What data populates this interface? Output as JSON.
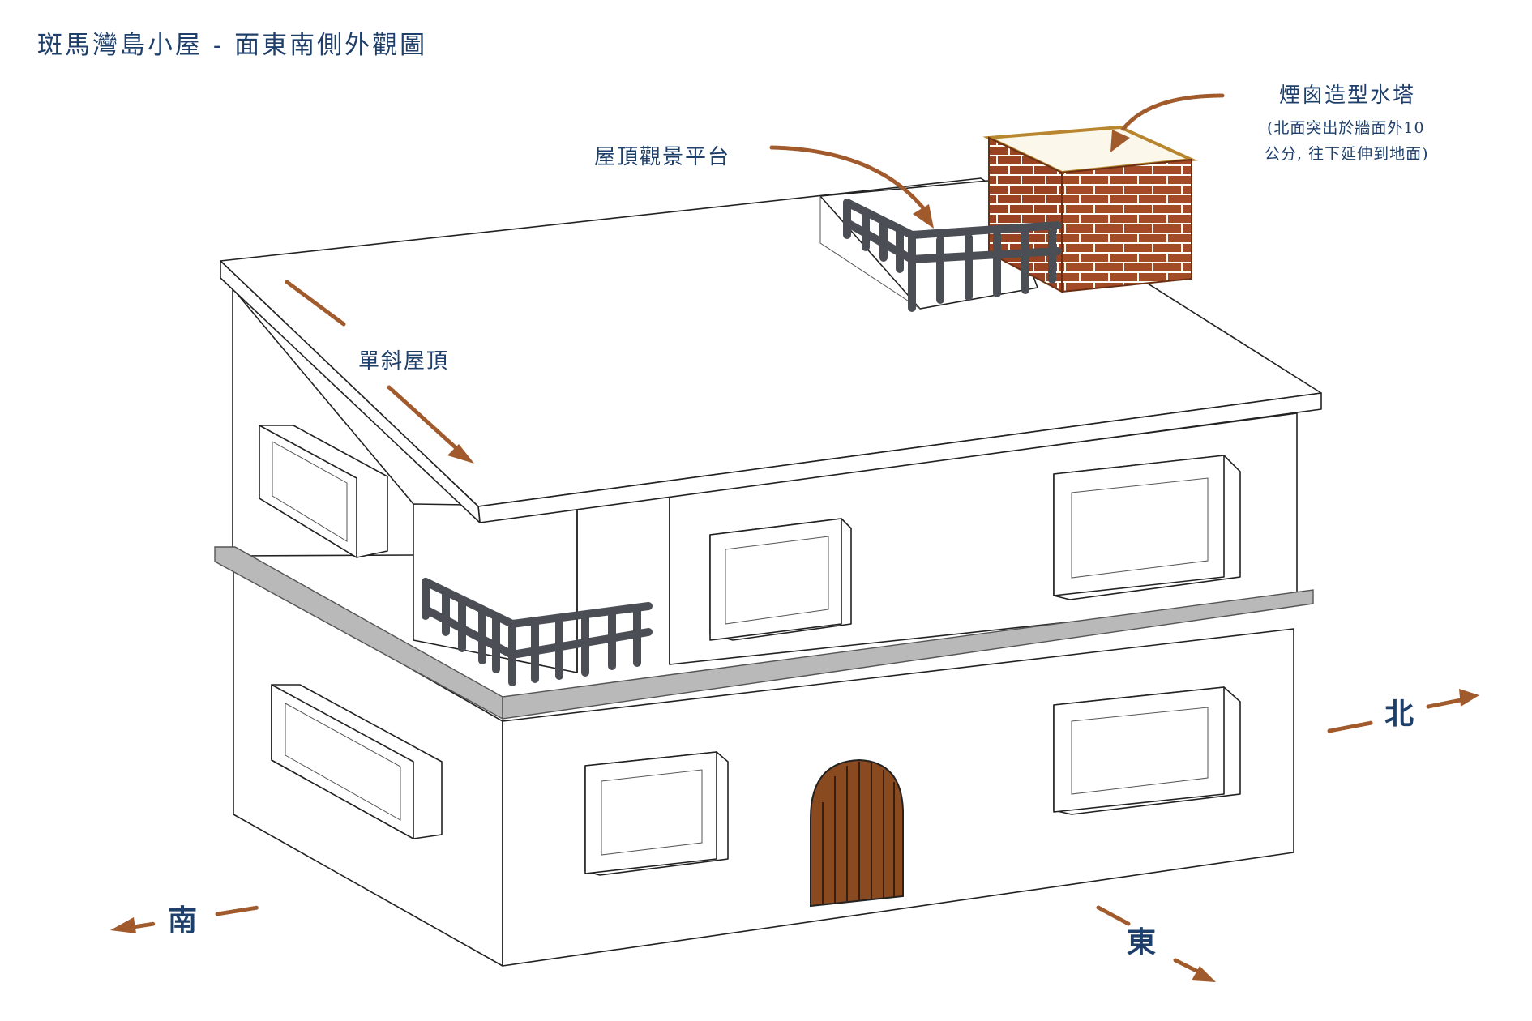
{
  "title": "斑馬灣島小屋 - 面東南側外觀圖",
  "labels": {
    "sloped_roof": "單斜屋頂",
    "roof_deck": "屋頂觀景平台",
    "water_tower": "煙囪造型水塔",
    "water_tower_note_line1": "(北面突出於牆面外10",
    "water_tower_note_line2": "公分, 往下延伸到地面)"
  },
  "directions": {
    "south": "南",
    "east": "東",
    "north": "北"
  },
  "colors": {
    "text": "#1f3f6b",
    "arrow": "#a15a2c",
    "brick": "#a34a26",
    "mortar": "#fffdf5",
    "railing": "#4b4e55",
    "ledge": "#b9b9b9",
    "door": "#8a4a1f"
  }
}
